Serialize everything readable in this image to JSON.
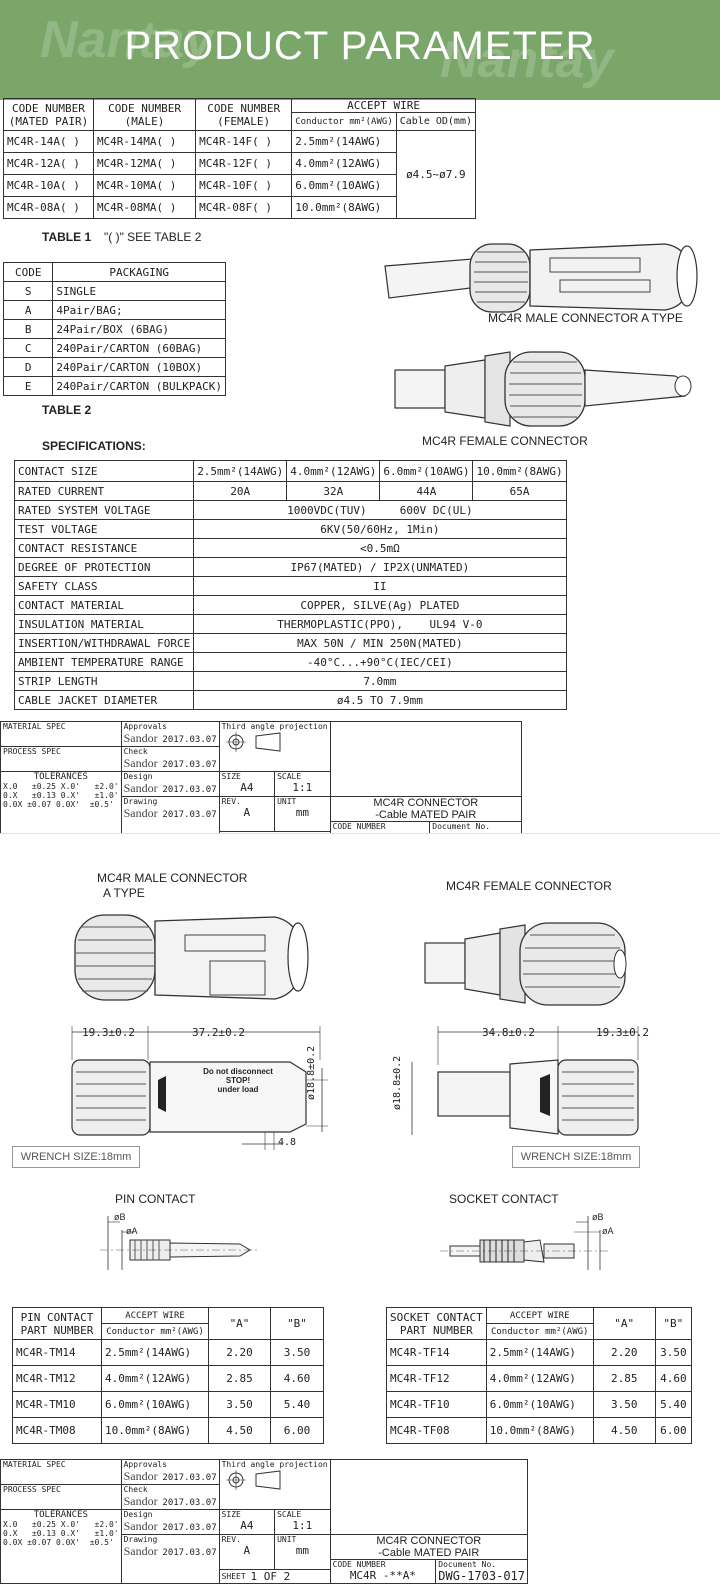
{
  "banner": {
    "title": "PRODUCT PARAMETER",
    "watermark": "Nantay"
  },
  "table1": {
    "headers": [
      "CODE NUMBER (MATED PAIR)",
      "CODE NUMBER (MALE)",
      "CODE NUMBER (FEMALE)",
      "ACCEPT WIRE"
    ],
    "h_mated_1": "CODE NUMBER",
    "h_mated_2": "(MATED PAIR)",
    "h_male_1": "CODE NUMBER",
    "h_male_2": "(MALE)",
    "h_female_1": "CODE NUMBER",
    "h_female_2": "(FEMALE)",
    "h_accept": "ACCEPT WIRE",
    "h_conductor": "Conductor mm²(AWG)",
    "h_od": "Cable OD(mm)",
    "od_value": "ø4.5~ø7.9",
    "rows": [
      {
        "mated": "MC4R-14A( )",
        "male": "MC4R-14MA( )",
        "female": "MC4R-14F( )",
        "wire": "2.5mm²(14AWG)"
      },
      {
        "mated": "MC4R-12A( )",
        "male": "MC4R-12MA( )",
        "female": "MC4R-12F( )",
        "wire": "4.0mm²(12AWG)"
      },
      {
        "mated": "MC4R-10A( )",
        "male": "MC4R-10MA( )",
        "female": "MC4R-10F( )",
        "wire": "6.0mm²(10AWG)"
      },
      {
        "mated": "MC4R-08A( )",
        "male": "MC4R-08MA( )",
        "female": "MC4R-08F( )",
        "wire": "10.0mm²(8AWG)"
      }
    ],
    "caption": "TABLE 1",
    "note": "\"( )\" SEE TABLE 2"
  },
  "table2": {
    "h_code": "CODE",
    "h_packaging": "PACKAGING",
    "rows": [
      {
        "code": "S",
        "packaging": "SINGLE"
      },
      {
        "code": "A",
        "packaging": "4Pair/BAG;"
      },
      {
        "code": "B",
        "packaging": "24Pair/BOX (6BAG)"
      },
      {
        "code": "C",
        "packaging": "240Pair/CARTON (60BAG)"
      },
      {
        "code": "D",
        "packaging": "240Pair/CARTON (10BOX)"
      },
      {
        "code": "E",
        "packaging": "240Pair/CARTON (BULKPACK)"
      }
    ],
    "caption": "TABLE 2"
  },
  "captions": {
    "male_a": "MC4R MALE CONNECTOR A TYPE",
    "female": "MC4R FEMALE CONNECTOR",
    "specifications": "SPECIFICATIONS:",
    "male2_1": "MC4R MALE CONNECTOR",
    "male2_2": "A TYPE",
    "female2": "MC4R FEMALE CONNECTOR",
    "pin_contact": "PIN CONTACT",
    "socket_contact": "SOCKET CONTACT"
  },
  "specs": {
    "contact_size_label": "CONTACT SIZE",
    "sizes": [
      "2.5mm²(14AWG)",
      "4.0mm²(12AWG)",
      "6.0mm²(10AWG)",
      "10.0mm²(8AWG)"
    ],
    "rated_current_label": "RATED CURRENT",
    "currents": [
      "20A",
      "32A",
      "44A",
      "65A"
    ],
    "rows": [
      {
        "label": "RATED SYSTEM VOLTAGE",
        "value": "1000VDC(TUV)     600V DC(UL)"
      },
      {
        "label": "TEST VOLTAGE",
        "value": "6KV(50/60Hz, 1Min)"
      },
      {
        "label": "CONTACT RESISTANCE",
        "value": "<0.5mΩ"
      },
      {
        "label": "DEGREE OF PROTECTION",
        "value": "IP67(MATED) / IP2X(UNMATED)"
      },
      {
        "label": "SAFETY CLASS",
        "value": "II"
      },
      {
        "label": "CONTACT MATERIAL",
        "value": "COPPER, SILVE(Ag) PLATED"
      },
      {
        "label": "INSULATION MATERIAL",
        "value": "THERMOPLASTIC(PPO),    UL94 V-0"
      },
      {
        "label": "INSERTION/WITHDRAWAL FORCE",
        "value": "MAX 50N / MIN 250N(MATED)"
      },
      {
        "label": "AMBIENT TEMPERATURE RANGE",
        "value": "-40°C...+90°C(IEC/CEI)"
      },
      {
        "label": "STRIP LENGTH",
        "value": "7.0mm"
      },
      {
        "label": "CABLE JACKET DIAMETER",
        "value": "ø4.5 TO 7.9mm"
      }
    ]
  },
  "titleblock": {
    "material_spec": "MATERIAL SPEC",
    "process_spec": "PROCESS SPEC",
    "tolerances": "TOLERANCES",
    "tol_1": "X.0   ±0.25 X.0'   ±2.0'",
    "tol_2": "0.X   ±0.13 0.X'   ±1.0'",
    "tol_3": "0.0X ±0.07 0.0X'  ±0.5'",
    "approvals": "Approvals",
    "check": "Check",
    "design": "Design",
    "drawing": "Drawing",
    "signer": "Sandor",
    "date": "2017.03.07",
    "projection": "Third angle projection",
    "size_label": "SIZE",
    "size": "A4",
    "scale_label": "SCALE",
    "scale": "1:1",
    "rev_label": "REV.",
    "rev": "A",
    "unit_label": "UNIT",
    "unit": "mm",
    "sheet_label": "SHEET",
    "sheet": "1  OF  2",
    "title_1": "MC4R CONNECTOR",
    "title_2": "-Cable  MATED PAIR",
    "code_label": "CODE NUMBER",
    "code": "MC4R -**A*",
    "doc_label": "Document No.",
    "doc": "DWG-1703-017"
  },
  "dims": {
    "male_left": "19.3±0.2",
    "male_right": "37.2±0.2",
    "male_dia": "ø18.8±0.2",
    "male_small": "4.8",
    "female_left": "34.8±0.2",
    "female_right": "19.3±0.2",
    "female_dia": "ø18.8±0.2",
    "wrench": "WRENCH  SIZE:18mm",
    "label_1": "Do  not  disconnect",
    "label_2": "STOP!",
    "label_3": "under  load",
    "phi_b": "øB",
    "phi_a": "øA"
  },
  "pin_table": {
    "h_1": "PIN  CONTACT",
    "h_2": "PART NUMBER",
    "h_accept": "ACCEPT WIRE",
    "h_conductor": "Conductor mm²(AWG)",
    "h_a": "\"A\"",
    "h_b": "\"B\"",
    "rows": [
      {
        "part": "MC4R-TM14",
        "wire": "2.5mm²(14AWG)",
        "a": "2.20",
        "b": "3.50"
      },
      {
        "part": "MC4R-TM12",
        "wire": "4.0mm²(12AWG)",
        "a": "2.85",
        "b": "4.60"
      },
      {
        "part": "MC4R-TM10",
        "wire": "6.0mm²(10AWG)",
        "a": "3.50",
        "b": "5.40"
      },
      {
        "part": "MC4R-TM08",
        "wire": "10.0mm²(8AWG)",
        "a": "4.50",
        "b": "6.00"
      }
    ]
  },
  "socket_table": {
    "h_1": "SOCKET  CONTACT",
    "h_2": "PART NUMBER",
    "h_accept": "ACCEPT WIRE",
    "h_conductor": "Conductor mm²(AWG)",
    "h_a": "\"A\"",
    "h_b": "\"B\"",
    "rows": [
      {
        "part": "MC4R-TF14",
        "wire": "2.5mm²(14AWG)",
        "a": "2.20",
        "b": "3.50"
      },
      {
        "part": "MC4R-TF12",
        "wire": "4.0mm²(12AWG)",
        "a": "2.85",
        "b": "4.60"
      },
      {
        "part": "MC4R-TF10",
        "wire": "6.0mm²(10AWG)",
        "a": "3.50",
        "b": "5.40"
      },
      {
        "part": "MC4R-TF08",
        "wire": "10.0mm²(8AWG)",
        "a": "4.50",
        "b": "6.00"
      }
    ]
  }
}
